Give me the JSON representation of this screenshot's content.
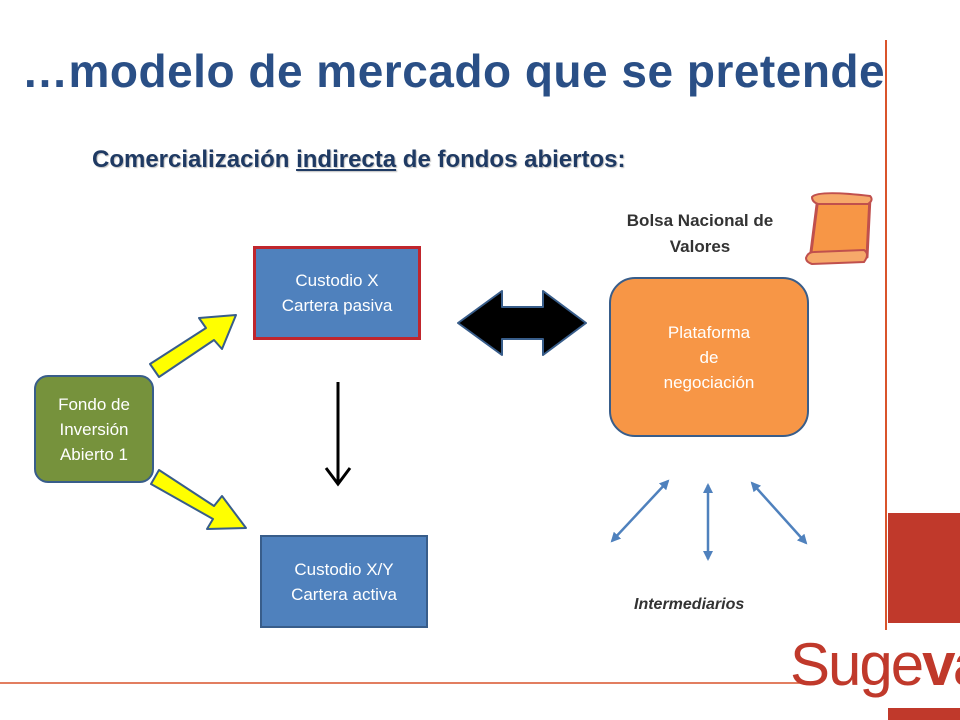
{
  "slide": {
    "title": "…modelo de mercado que se pretende",
    "subtitle": {
      "before": "Comercialización ",
      "underlined": "indirecta",
      "after": " de fondos abiertos:"
    }
  },
  "nodes": {
    "custodio_x": [
      "Custodio X",
      "Cartera pasiva"
    ],
    "custodio_xy": [
      "Custodio X/Y",
      "Cartera activa"
    ],
    "fondo": [
      "Fondo de",
      "Inversión",
      "Abierto 1"
    ],
    "plataforma": [
      "Plataforma",
      "de",
      "negociación"
    ],
    "bolsa": [
      "Bolsa Nacional de",
      "Valores"
    ],
    "intermediarios": "Intermediarios"
  },
  "logo": {
    "part1": "Suge",
    "part2": "val"
  },
  "colors": {
    "title": "#2a4f86",
    "blue_box": "#4f81bd",
    "green_box": "#76923c",
    "orange_box": "#f79646",
    "red_border": "#c0262d",
    "yellow_arrow": "#ffff00",
    "accent_red": "#c0392b",
    "thin_arrow": "#4f81bd"
  },
  "icons": {
    "scroll": "scroll-icon"
  }
}
